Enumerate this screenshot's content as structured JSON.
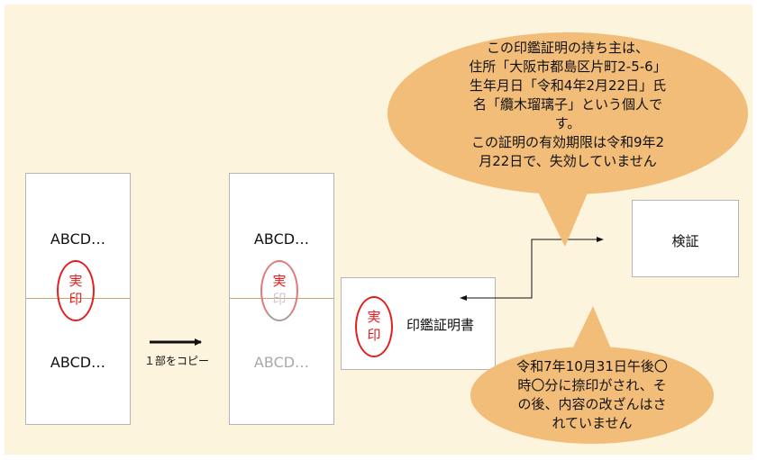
{
  "original_doc": {
    "top_text": "ABCD…",
    "bottom_text": "ABCD…",
    "stamp_line1": "実",
    "stamp_line2": "印"
  },
  "copy_doc": {
    "top_text": "ABCD…",
    "bottom_text": "ABCD…",
    "stamp_line1": "実",
    "stamp_line2": "印"
  },
  "copy_arrow_label": "１部をコピー",
  "certificate": {
    "label": "印鑑証明書",
    "stamp_line1": "実",
    "stamp_line2": "印"
  },
  "verify_box": {
    "label": "検証"
  },
  "top_bubble": {
    "lines": [
      "この印鑑証明の持ち主は、",
      "住所「大阪市都島区片町2-5-6」",
      "生年月日「令和4年2月22日」氏",
      "名「纜木瑠璃子」という個人で",
      "す。",
      "この証明の有効期限は令和9年2",
      "月22日で、失効していません"
    ]
  },
  "bottom_bubble": {
    "lines": [
      "令和7年10月31日午後〇",
      "時〇分に捺印がされ、そ",
      "の後、内容の改ざんはさ",
      "れていません"
    ]
  },
  "colors": {
    "background": "#fdf4dd",
    "bubble": "#f2bd78",
    "stamp": "#e0201f",
    "fold_line": "#c9a378"
  }
}
